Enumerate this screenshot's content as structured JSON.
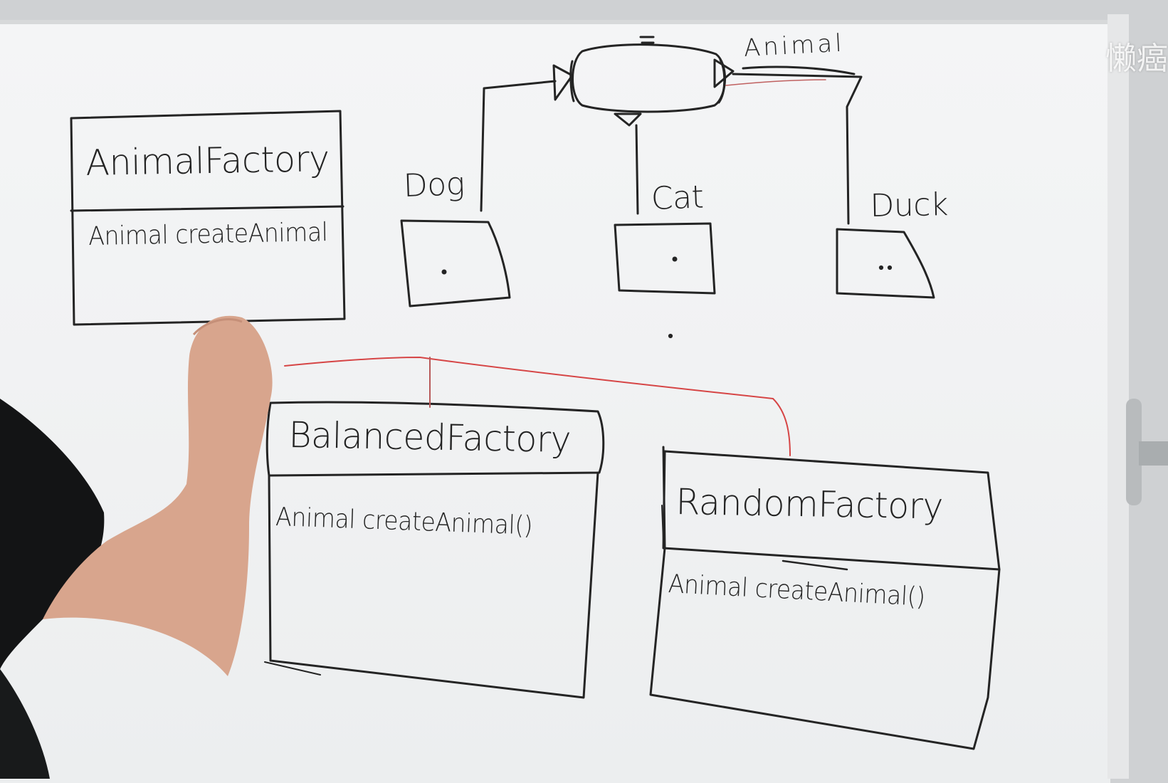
{
  "whiteboard": {
    "interface_box": {
      "title": "AnimalFactory",
      "method": "Animal createAnimal"
    },
    "product_interface_label": "Animal",
    "products": [
      {
        "name": "Dog"
      },
      {
        "name": "Cat"
      },
      {
        "name": "Duck"
      }
    ],
    "factories": [
      {
        "title": "BalancedFactory",
        "method": "Animal createAnimal()"
      },
      {
        "title": "RandomFactory",
        "method": "Animal createAnimal()"
      }
    ]
  },
  "watermark_text": "懒癌",
  "colors": {
    "ink": "#232323",
    "red_marker": "#d64545",
    "board": "#f2f3f4",
    "shirt": "#131415",
    "skin": "#d9a891"
  }
}
